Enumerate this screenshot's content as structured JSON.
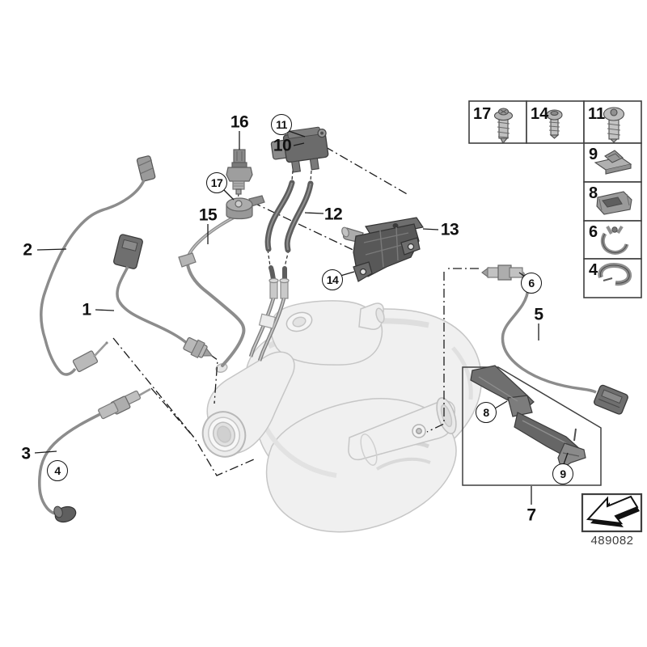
{
  "footer": {
    "code": "489082",
    "icon": "installation-direction-arrow-icon"
  },
  "callouts": {
    "plain": [
      {
        "id": "2"
      },
      {
        "id": "1"
      },
      {
        "id": "3"
      },
      {
        "id": "15"
      },
      {
        "id": "16"
      },
      {
        "id": "10"
      },
      {
        "id": "12"
      },
      {
        "id": "13"
      },
      {
        "id": "5"
      },
      {
        "id": "7"
      }
    ],
    "circled": [
      {
        "id": "11"
      },
      {
        "id": "17"
      },
      {
        "id": "14"
      },
      {
        "id": "4"
      },
      {
        "id": "6"
      },
      {
        "id": "8"
      },
      {
        "id": "9"
      }
    ]
  },
  "fastener_table": {
    "top_row": [
      {
        "label": "17",
        "icon": "flange-tapping-screw-icon"
      },
      {
        "label": "14",
        "icon": "pan-head-screw-icon"
      },
      {
        "label": "11",
        "icon": "button-head-screw-icon"
      }
    ],
    "right_column": [
      {
        "label": "9",
        "icon": "clip-nut-icon"
      },
      {
        "label": "8",
        "icon": "holder-clip-icon"
      },
      {
        "label": "6",
        "icon": "spring-clamp-icon"
      },
      {
        "label": "4",
        "icon": "c-clip-icon"
      }
    ]
  },
  "colors": {
    "line": "#1c1c1c",
    "part_dark": "#5f5f5f",
    "part_light": "#bdbdbd",
    "body_fill": "#f0f0f0"
  }
}
